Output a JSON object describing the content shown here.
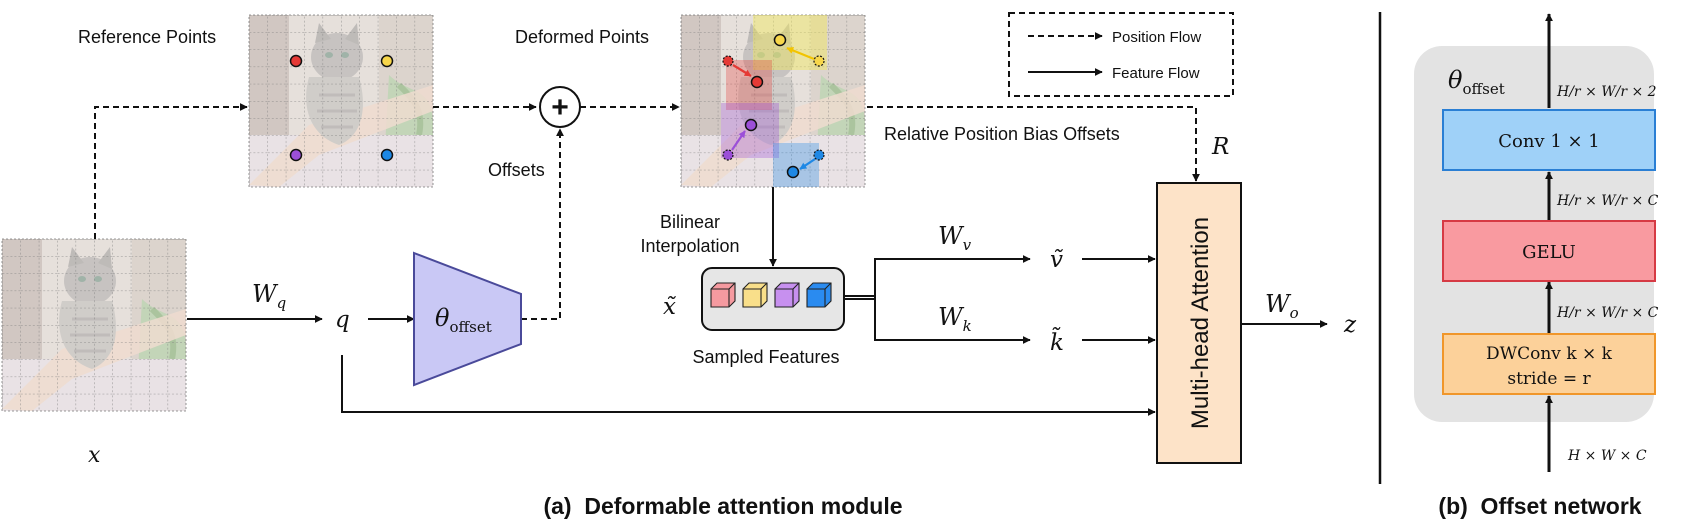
{
  "labels": {
    "reference_points": "Reference Points",
    "deformed_points": "Deformed Points",
    "offsets": "Offsets",
    "relative_position_bias_offsets": "Relative Position Bias Offsets",
    "bilinear": "Bilinear",
    "interpolation": "Interpolation",
    "sampled_features": "Sampled Features",
    "multi_head_attention": "Multi-head Attention",
    "plus_symbol": "+"
  },
  "legend": {
    "position_flow": "Position Flow",
    "feature_flow": "Feature Flow"
  },
  "math": {
    "x": "x",
    "W": "W",
    "q_sub": "q",
    "q": "q",
    "theta": "θ",
    "offset_sub": "offset",
    "x_tilde": "x̃",
    "v_sub": "v",
    "k_sub": "k",
    "v_tilde": "ṽ",
    "k_tilde": "k̃",
    "R": "R",
    "o_sub": "o",
    "z": "z"
  },
  "offset_network": {
    "theta": "θ",
    "offset_sub": "offset",
    "conv_label": "Conv 1 × 1",
    "gelu_label": "GELU",
    "dwconv_line1": "DWConv k × k",
    "dwconv_line2": "stride = r",
    "dim_in": "H × W × C",
    "dim_after_dwconv": "H/r × W/r × C",
    "dim_after_gelu": "H/r × W/r × C",
    "dim_out": "H/r × W/r × 2"
  },
  "captions": {
    "a": "(a)  Deformable attention module",
    "b": "(b)  Offset network"
  },
  "colors": {
    "trapezoid_fill": "#c9c8f5",
    "trapezoid_stroke": "#4a4a9a",
    "mha_fill": "#fde3c8",
    "conv_fill": "#9fd1f8",
    "conv_stroke": "#2a7fd4",
    "gelu_fill": "#f99aa0",
    "gelu_stroke": "#d63a44",
    "dwconv_fill": "#fcd19a",
    "dwconv_stroke": "#f0962a",
    "panel_bg": "#e3e3e3",
    "point_red": "#e53935",
    "point_yellow": "#f7d64a",
    "point_purple": "#9c4fd8",
    "point_blue": "#1e88e5"
  },
  "icons": [
    "cat-image",
    "plus-icon",
    "feature-cube-icon"
  ]
}
